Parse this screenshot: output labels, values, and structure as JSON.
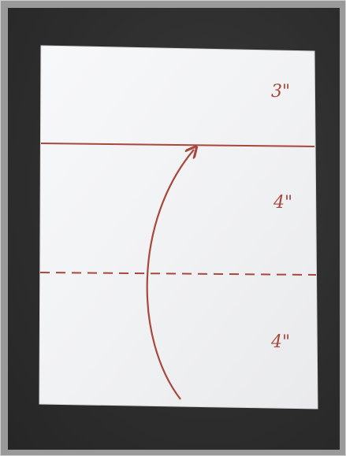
{
  "figure": {
    "labels": {
      "top_section": "3\"",
      "middle_section": "4\"",
      "bottom_section": "4\""
    },
    "colors": {
      "background": "#2e2e2e",
      "frame": "#9a9a9a",
      "paper": "#f3f4f6",
      "ink": "#a8473c"
    }
  }
}
